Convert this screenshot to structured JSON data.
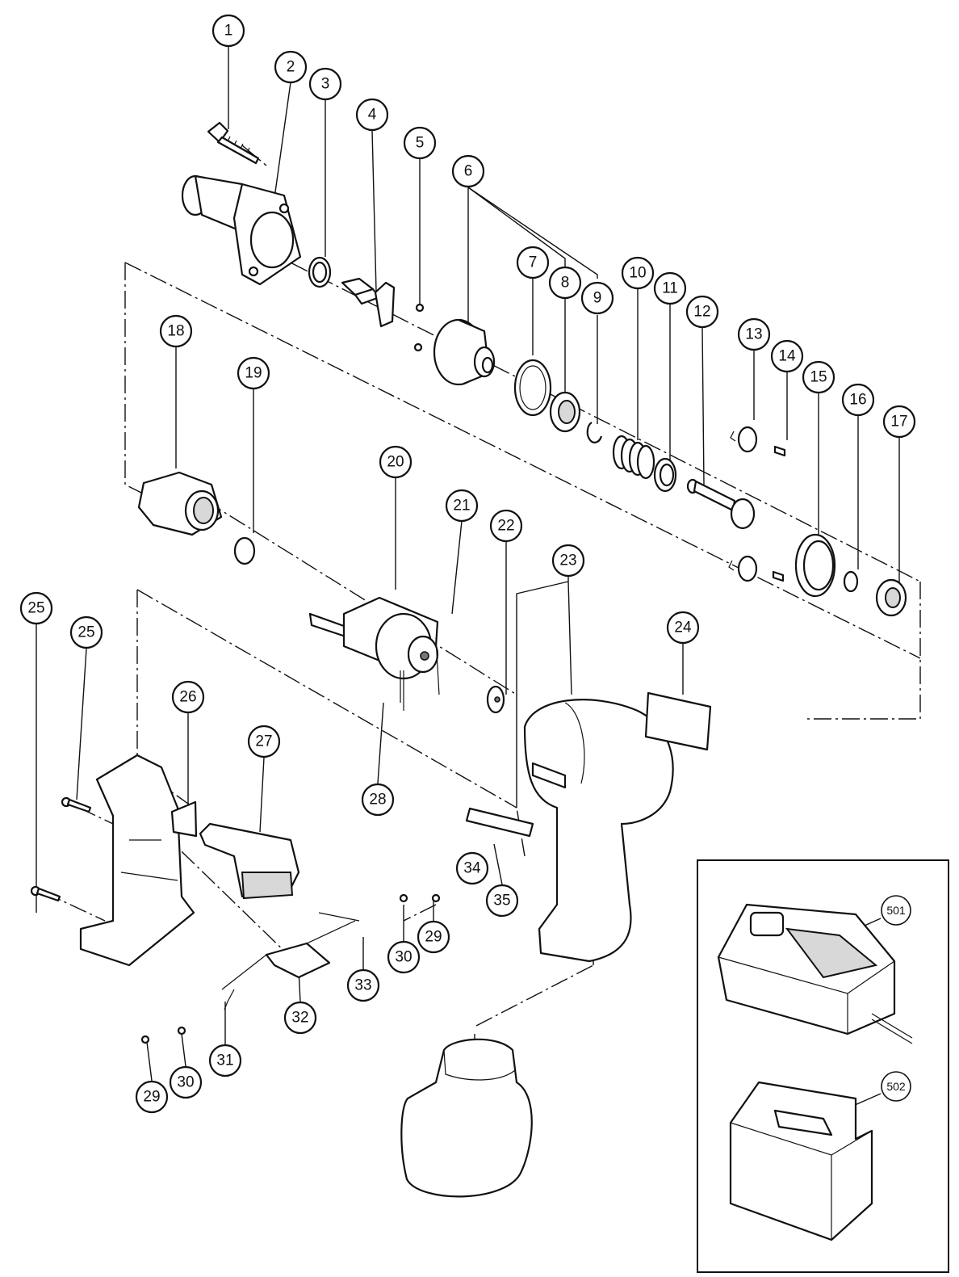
{
  "parts": {
    "p1": "1",
    "p2": "2",
    "p3": "3",
    "p4": "4",
    "p5": "5",
    "p6": "6",
    "p7": "7",
    "p8": "8",
    "p9": "9",
    "p10": "10",
    "p11": "11",
    "p12": "12",
    "p13": "13",
    "p14": "14",
    "p15": "15",
    "p16": "16",
    "p17": "17",
    "p18": "18",
    "p19": "19",
    "p20": "20",
    "p21": "21",
    "p22": "22",
    "p23": "23",
    "p24": "24",
    "p25a": "25",
    "p25b": "25",
    "p26": "26",
    "p27": "27",
    "p28": "28",
    "p29a": "29",
    "p29b": "29",
    "p30a": "30",
    "p30b": "30",
    "p31": "31",
    "p32": "32",
    "p33": "33",
    "p34": "34",
    "p35": "35"
  },
  "accessories": {
    "p501": "501",
    "p502": "502"
  }
}
